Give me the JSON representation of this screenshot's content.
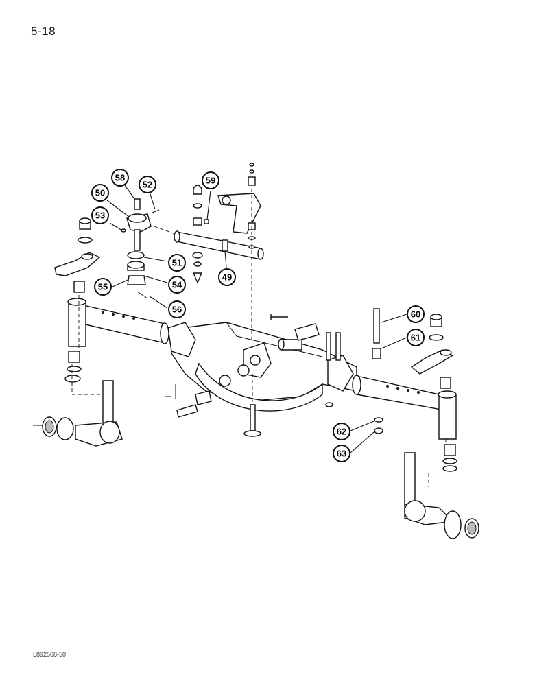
{
  "page_number": "5-18",
  "figure_code": "L892568-50",
  "callouts": [
    "58",
    "52",
    "50",
    "53",
    "59",
    "51",
    "54",
    "55",
    "56",
    "49",
    "60",
    "61",
    "62",
    "63"
  ]
}
